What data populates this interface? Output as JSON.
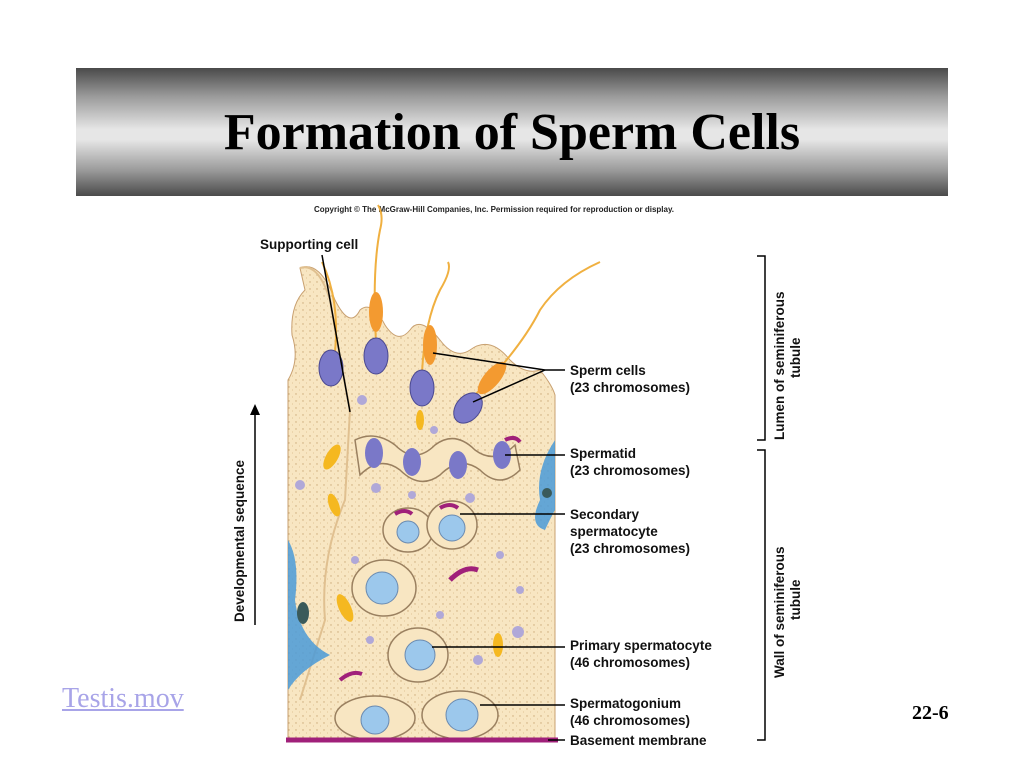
{
  "slide": {
    "title": "Formation of Sperm Cells",
    "copyright": "Copyright © The McGraw-Hill Companies, Inc. Permission required for reproduction or display.",
    "link_text": "Testis.mov",
    "slide_number": "22-6"
  },
  "diagram": {
    "labels": {
      "supporting_cell": "Supporting cell",
      "sperm_cells": "Sperm cells",
      "sperm_cells_chromosomes": "(23 chromosomes)",
      "spermatid": "Spermatid",
      "spermatid_chromosomes": "(23 chromosomes)",
      "secondary_line1": "Secondary",
      "secondary_line2": "spermatocyte",
      "secondary_chromosomes": "(23 chromosomes)",
      "primary": "Primary spermatocyte",
      "primary_chromosomes": "(46 chromosomes)",
      "spermatogonium": "Spermatogonium",
      "spermatogonium_chromosomes": "(46 chromosomes)",
      "basement_membrane": "Basement membrane",
      "developmental_sequence": "Developmental sequence",
      "lumen_line1": "Lumen of seminiferous",
      "lumen_line2": "tubule",
      "wall_line1": "Wall of seminiferous",
      "wall_line2": "tubule"
    },
    "colors": {
      "tissue": "#f8e6c2",
      "nucleus": "#7a78c8",
      "tail": "#f0a23a",
      "cell_blue": "#9cc8ec",
      "membrane": "#a0207a"
    }
  }
}
